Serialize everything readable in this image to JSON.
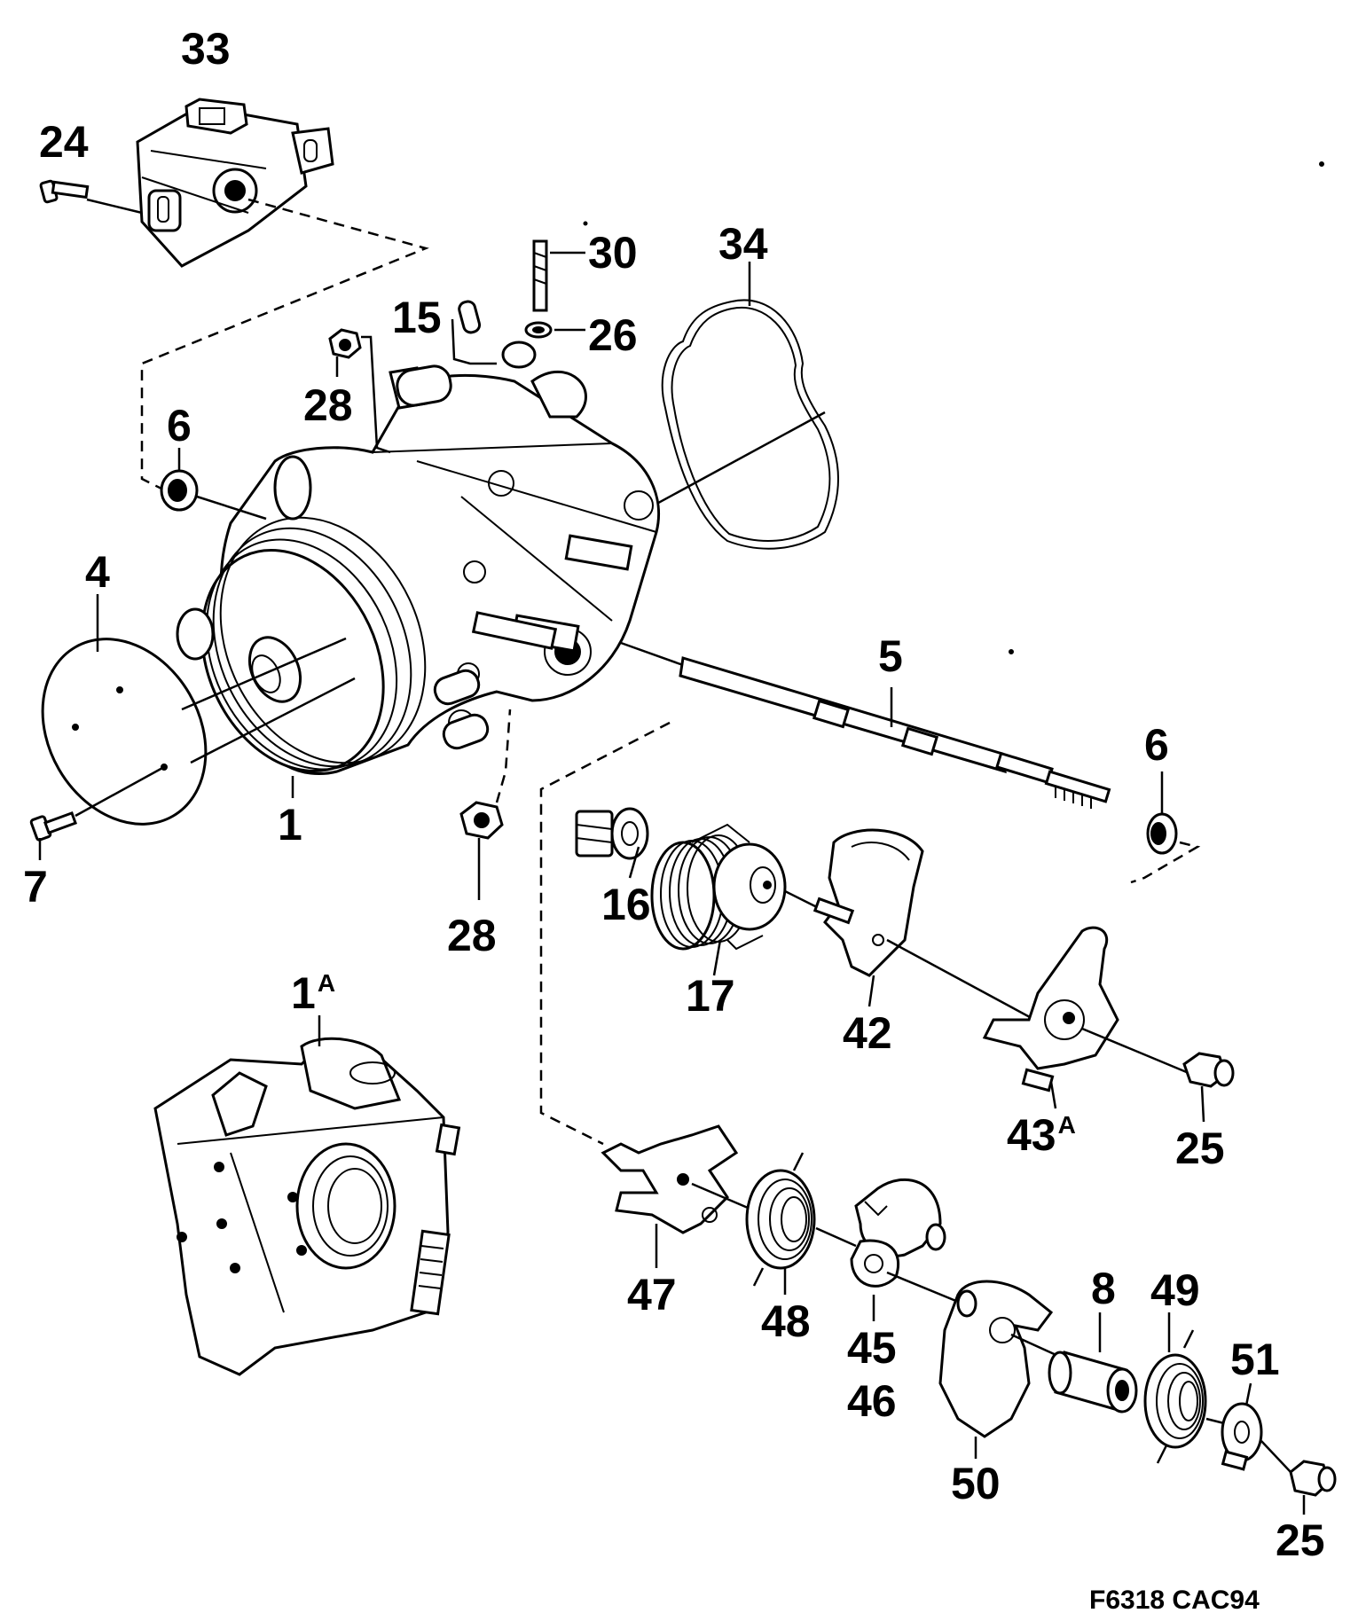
{
  "drawing": {
    "code": "F6318 CAC94",
    "callouts": [
      {
        "id": "c33",
        "label": "33"
      },
      {
        "id": "c24",
        "label": "24"
      },
      {
        "id": "c30",
        "label": "30"
      },
      {
        "id": "c34",
        "label": "34"
      },
      {
        "id": "c15",
        "label": "15"
      },
      {
        "id": "c26",
        "label": "26"
      },
      {
        "id": "c28a",
        "label": "28"
      },
      {
        "id": "c6a",
        "label": "6"
      },
      {
        "id": "c4",
        "label": "4"
      },
      {
        "id": "c1",
        "label": "1"
      },
      {
        "id": "c7",
        "label": "7"
      },
      {
        "id": "c28b",
        "label": "28"
      },
      {
        "id": "c5",
        "label": "5"
      },
      {
        "id": "c6b",
        "label": "6"
      },
      {
        "id": "c16",
        "label": "16"
      },
      {
        "id": "c17",
        "label": "17"
      },
      {
        "id": "c42",
        "label": "42"
      },
      {
        "id": "c1a",
        "label": "1",
        "suffix": "A"
      },
      {
        "id": "c43a",
        "label": "43",
        "suffix": "A"
      },
      {
        "id": "c25a",
        "label": "25"
      },
      {
        "id": "c47",
        "label": "47"
      },
      {
        "id": "c48",
        "label": "48"
      },
      {
        "id": "c45",
        "label": "45"
      },
      {
        "id": "c46",
        "label": "46"
      },
      {
        "id": "c8",
        "label": "8"
      },
      {
        "id": "c49",
        "label": "49"
      },
      {
        "id": "c51",
        "label": "51"
      },
      {
        "id": "c50",
        "label": "50"
      },
      {
        "id": "c25b",
        "label": "25"
      }
    ]
  }
}
